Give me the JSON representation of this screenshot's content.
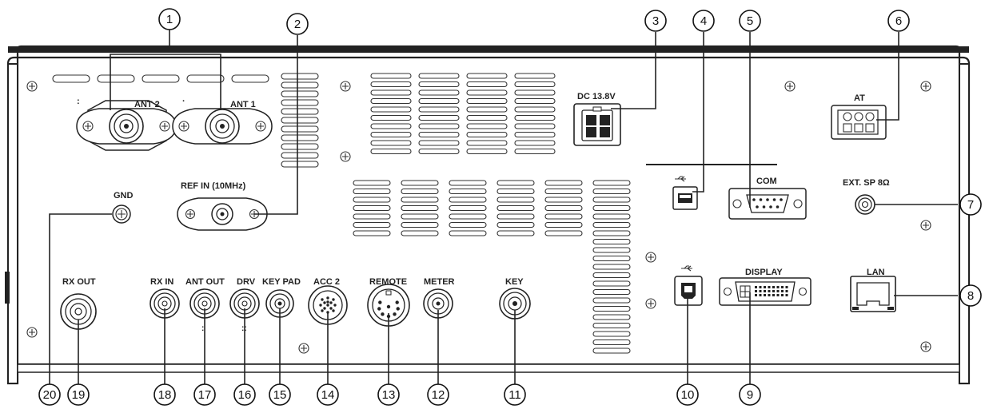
{
  "panel_labels": {
    "ant2": "ANT 2",
    "ant1": "ANT 1",
    "dc": "DC 13.8V",
    "at": "AT",
    "com": "COM",
    "ext_sp": "EXT. SP 8Ω",
    "ref_in": "REF IN (10MHz)",
    "gnd": "GND",
    "display": "DISPLAY",
    "lan": "LAN",
    "rx_out": "RX OUT",
    "rx_in": "RX IN",
    "ant_out": "ANT OUT",
    "drv": "DRV",
    "key_pad": "KEY PAD",
    "acc2": "ACC 2",
    "remote": "REMOTE",
    "meter": "METER",
    "key": "KEY"
  },
  "callouts": [
    "1",
    "2",
    "3",
    "4",
    "5",
    "6",
    "7",
    "8",
    "9",
    "10",
    "11",
    "12",
    "13",
    "14",
    "15",
    "16",
    "17",
    "18",
    "19",
    "20"
  ],
  "icons": [
    "usb-a-port-icon",
    "usb-b-port-icon",
    "usb-symbol-icon",
    "screw-icon",
    "rj45-icon",
    "db9-icon",
    "dvi-icon"
  ]
}
